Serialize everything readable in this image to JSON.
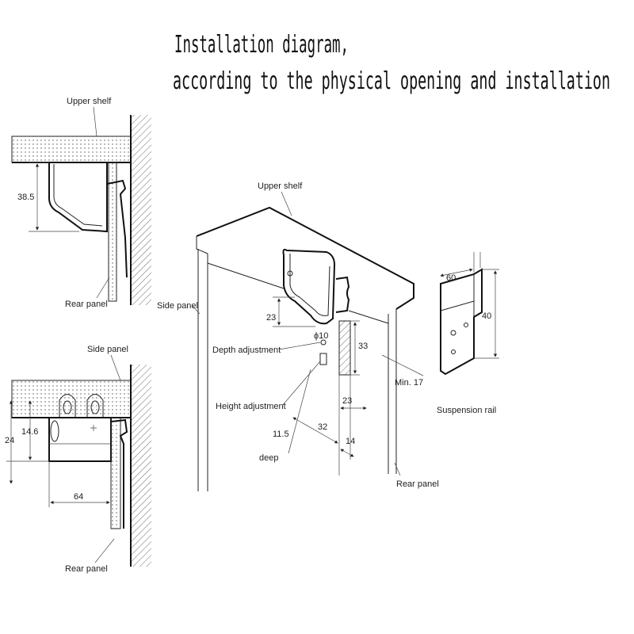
{
  "title": {
    "line1": "Installation diagram,",
    "line2": "according to the physical opening and installation"
  },
  "side_view_top": {
    "upper_shelf_label": "Upper shelf",
    "dim_height": "38.5",
    "rear_panel_label": "Rear panel"
  },
  "side_view_bottom": {
    "side_panel_label": "Side panel",
    "dim_total_height": "24",
    "dim_dowel_height": "14.6",
    "dim_width": "64",
    "rear_panel_label": "Rear panel"
  },
  "perspective_view": {
    "upper_shelf_label": "Upper shelf",
    "side_panel_label": "Side panel",
    "dim_bracket_height": "23",
    "depth_adjustment_label": "Depth adjustment",
    "dim_hole_diameter": "ϕ10",
    "dim_plate_height": "33",
    "height_adjustment_label": "Height adjustment",
    "dim_plate_offset": "23",
    "min_clearance_label": "Min. 17",
    "dim_hole_depth": "11.5",
    "deep_label": "deep",
    "dim_32": "32",
    "dim_14": "14",
    "rear_panel_label": "Rear panel"
  },
  "suspension_rail": {
    "dim_width": "60",
    "dim_height": "40",
    "label": "Suspension rail"
  }
}
